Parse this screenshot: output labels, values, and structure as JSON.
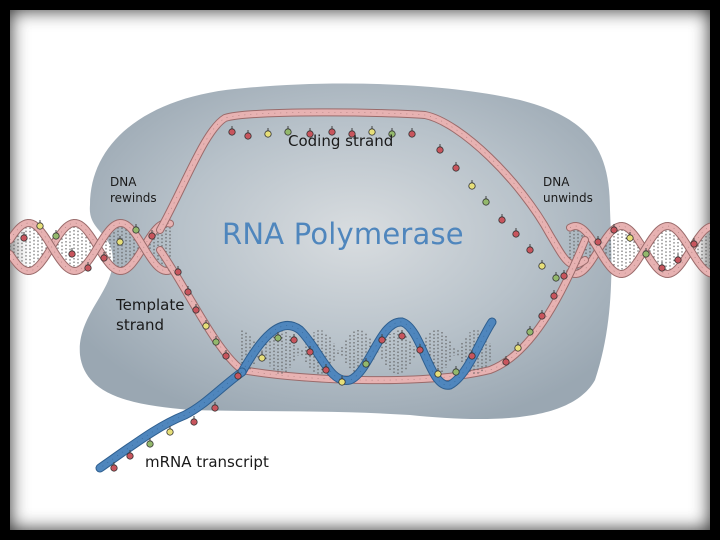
{
  "labels": {
    "title": "RNA Polymerase",
    "coding_strand": "Coding strand",
    "dna_rewinds_1": "DNA",
    "dna_rewinds_2": "rewinds",
    "dna_unwinds_1": "DNA",
    "dna_unwinds_2": "unwinds",
    "template_1": "Template",
    "template_2": "strand",
    "mrna": "mRNA transcript"
  },
  "colors": {
    "frame": "#000000",
    "polymerase": "#a7b3bd",
    "dna_strand": "#e7b2b2",
    "dna_edge": "#9a6b6b",
    "rna_strand": "#4f86bd",
    "title": "#4f86bd",
    "base_red": "#c8555d",
    "base_yellow": "#e7df79",
    "base_green": "#93b86c"
  }
}
